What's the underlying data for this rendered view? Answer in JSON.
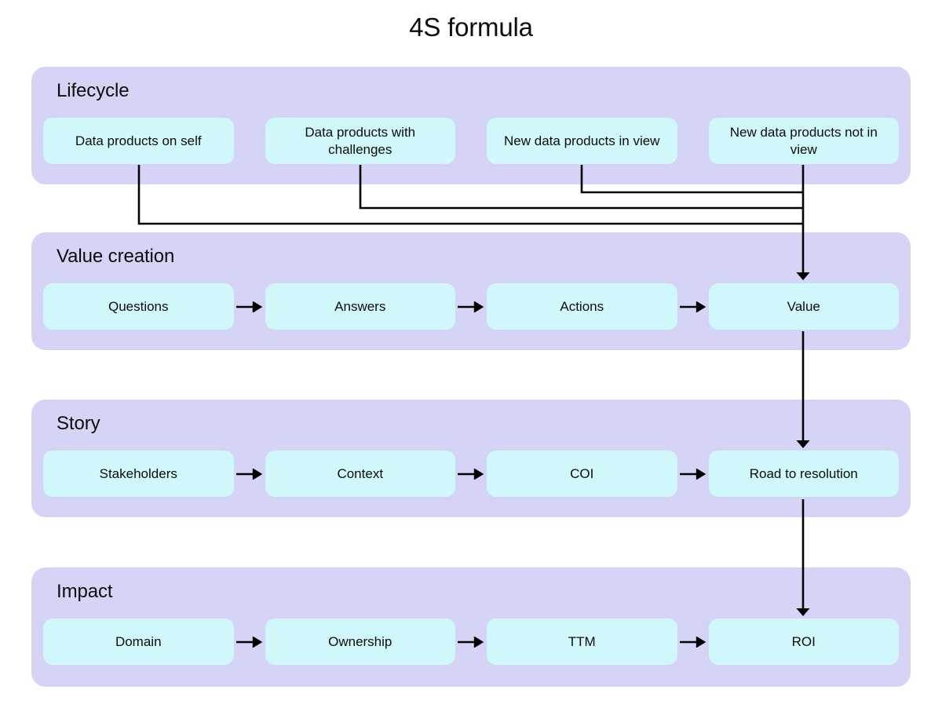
{
  "title": "4S formula",
  "colors": {
    "background": "#ffffff",
    "panel_fill": "#d5d4f7",
    "node_fill": "#d0f7fa",
    "text": "#0c0c0c",
    "connector": "#000000"
  },
  "sections": [
    {
      "id": "lifecycle",
      "title": "Lifecycle",
      "nodes": [
        {
          "label": "Data products on self"
        },
        {
          "label": "Data products with challenges"
        },
        {
          "label": "New data products in view"
        },
        {
          "label": "New data products not in view"
        }
      ],
      "separator": "none"
    },
    {
      "id": "value-creation",
      "title": "Value creation",
      "nodes": [
        {
          "label": "Questions"
        },
        {
          "label": "Answers"
        },
        {
          "label": "Actions"
        },
        {
          "label": "Value"
        }
      ],
      "separator": "arrow-right"
    },
    {
      "id": "story",
      "title": "Story",
      "nodes": [
        {
          "label": "Stakeholders"
        },
        {
          "label": "Context"
        },
        {
          "label": "COI"
        },
        {
          "label": "Road to resolution"
        }
      ],
      "separator": "arrow-right"
    },
    {
      "id": "impact",
      "title": "Impact",
      "nodes": [
        {
          "label": "Domain"
        },
        {
          "label": "Ownership"
        },
        {
          "label": "TTM"
        },
        {
          "label": "ROI"
        }
      ],
      "separator": "arrow-right"
    }
  ],
  "flow": {
    "merge_into": "Value",
    "vertical_chain": [
      "Value",
      "Road to resolution",
      "ROI"
    ]
  }
}
